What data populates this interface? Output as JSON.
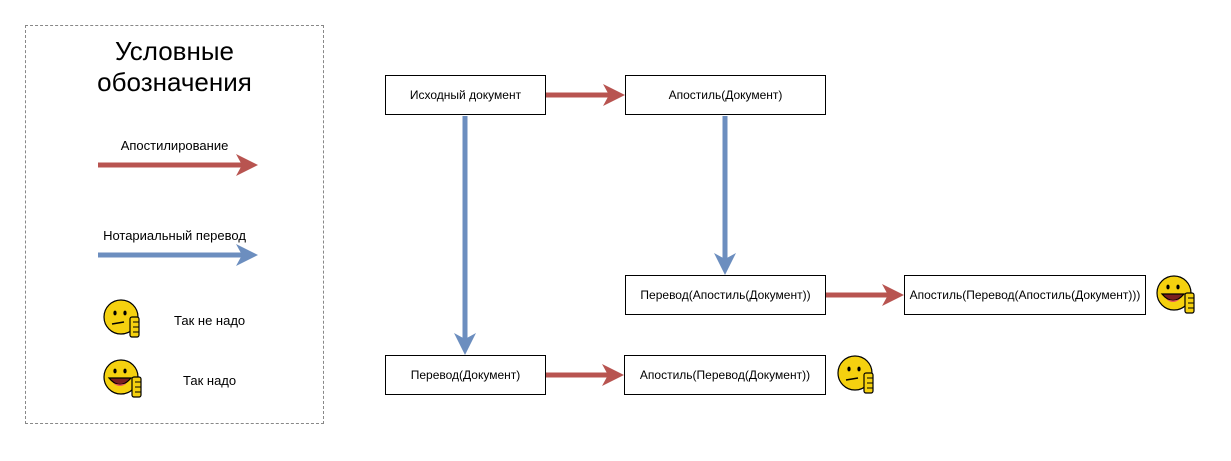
{
  "legend": {
    "title": "Условные\nобозначения",
    "apostille_label": "Апостилирование",
    "translation_label": "Нотариальный перевод",
    "wrong_label": "Так не надо",
    "right_label": "Так надо"
  },
  "nodes": {
    "source": "Исходный документ",
    "apostille": "Апостиль(Документ)",
    "translation_of_apostille": "Перевод(Апостиль(Документ))",
    "apostille_of_translation_of_apostille": "Апостиль(Перевод(Апостиль(Документ)))",
    "translation": "Перевод(Документ)",
    "apostille_of_translation": "Апостиль(Перевод(Документ))"
  },
  "colors": {
    "apostille_arrow": "#b85450",
    "translation_arrow": "#6c8ebf",
    "emoji_face": "#f5d10f",
    "emoji_outline": "#000000"
  },
  "icons": {
    "wrong": "thinking-thumbs-down-emoji-icon",
    "right": "happy-thumbs-up-emoji-icon"
  }
}
